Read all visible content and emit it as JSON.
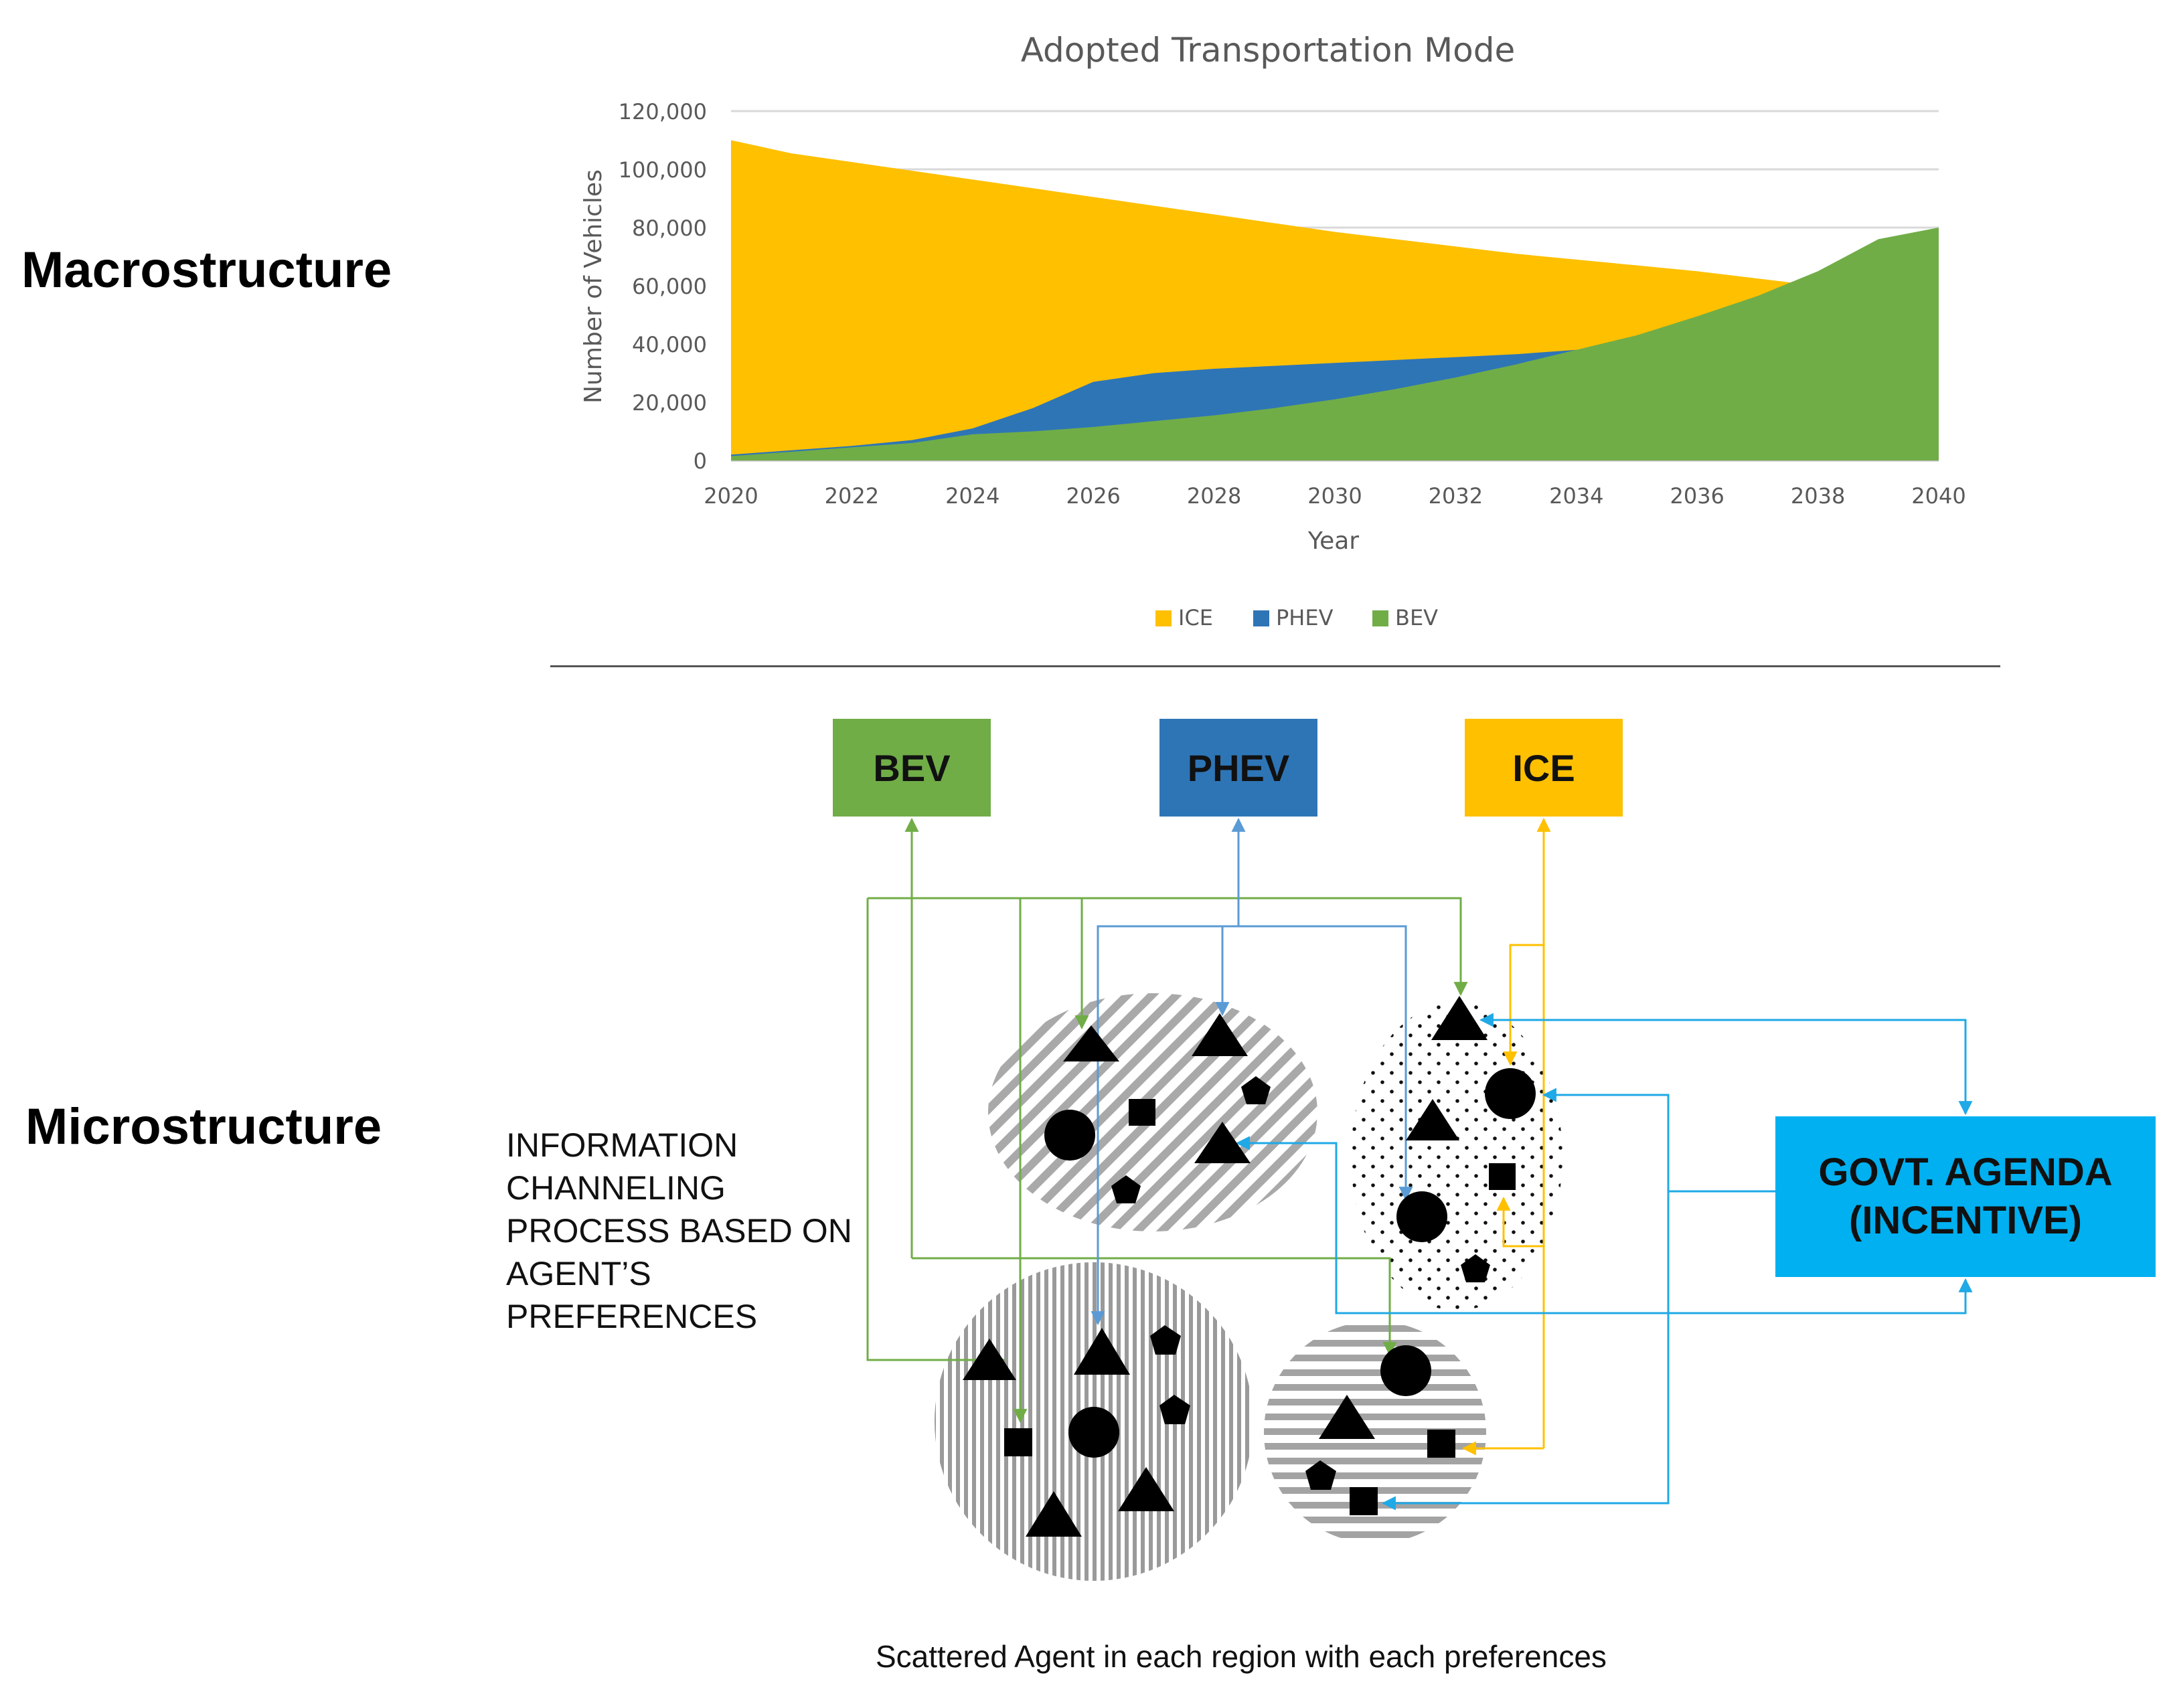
{
  "labels": {
    "macrostructure": "Macrostructure",
    "microstructure": "Microstructure",
    "info_lines": [
      "INFORMATION",
      "CHANNELING",
      "PROCESS BASED ON",
      "AGENT’S",
      "PREFERENCES"
    ],
    "caption": "Scattered Agent in each region with each preferences"
  },
  "boxes": {
    "bev": "BEV",
    "phev": "PHEV",
    "ice": "ICE",
    "govt_line1": "GOVT. AGENDA",
    "govt_line2": "(INCENTIVE)"
  },
  "colors": {
    "ice": "#ffc000",
    "phev": "#2e75b6",
    "bev": "#70ad47",
    "govt": "#00b0f0",
    "arrow_green": "#70ad47",
    "arrow_blue": "#5b9bd5",
    "arrow_yellow": "#ffc000",
    "arrow_cyan": "#1fa9e6"
  },
  "chart_data": {
    "type": "area",
    "stacked": false,
    "title": "Adopted Transportation Mode",
    "xlabel": "Year",
    "ylabel": "Number of Vehicles",
    "xlim": [
      2020,
      2040
    ],
    "ylim": [
      0,
      120000
    ],
    "x_ticks": [
      "2020",
      "2022",
      "2024",
      "2026",
      "2028",
      "2030",
      "2032",
      "2034",
      "2036",
      "2038",
      "2040"
    ],
    "y_ticks": [
      "0",
      "20,000",
      "40,000",
      "60,000",
      "80,000",
      "100,000",
      "120,000"
    ],
    "grid": true,
    "legend_position": "bottom",
    "x": [
      2020,
      2021,
      2022,
      2023,
      2024,
      2025,
      2026,
      2027,
      2028,
      2029,
      2030,
      2031,
      2032,
      2033,
      2034,
      2035,
      2036,
      2037,
      2038,
      2039,
      2040
    ],
    "series": [
      {
        "name": "ICE",
        "color": "#ffc000",
        "values": [
          110000,
          105500,
          102500,
          99500,
          96500,
          93500,
          90500,
          87500,
          84500,
          81500,
          78500,
          76000,
          73500,
          71000,
          69000,
          67000,
          65000,
          62500,
          60000,
          57500,
          55000
        ]
      },
      {
        "name": "PHEV",
        "color": "#2e75b6",
        "values": [
          2000,
          3500,
          5000,
          7000,
          11000,
          18000,
          27000,
          30000,
          31500,
          32500,
          33500,
          34500,
          35500,
          36500,
          38000,
          39500,
          41000,
          42000,
          43000,
          44000,
          45000
        ]
      },
      {
        "name": "BEV",
        "color": "#70ad47",
        "values": [
          1500,
          3000,
          4500,
          6000,
          9000,
          10000,
          11500,
          13500,
          15500,
          18000,
          21000,
          24500,
          28500,
          33000,
          38000,
          43000,
          49500,
          56500,
          65000,
          76000,
          80000
        ]
      }
    ]
  }
}
